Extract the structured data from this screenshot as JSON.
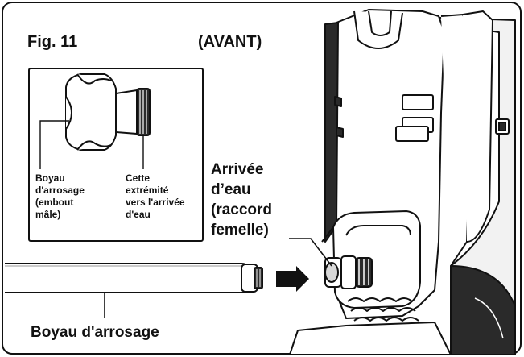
{
  "figure": {
    "number_label": "Fig. 11",
    "view_label": "(AVANT)"
  },
  "inset": {
    "hose_label": [
      "Boyau",
      "d'arrosage",
      "(embout",
      "mâle)"
    ],
    "end_label": [
      "Cette",
      "extrémité",
      "vers l'arrivée",
      "d'eau"
    ]
  },
  "main": {
    "inlet_label": [
      "Arrivée",
      "d’eau",
      "(raccord",
      "femelle)"
    ],
    "hose_label": "Boyau d'arrosage"
  },
  "colors": {
    "ink": "#111111",
    "background": "#ffffff",
    "shade": "#d8d8d8",
    "dark": "#2a2a2a"
  }
}
